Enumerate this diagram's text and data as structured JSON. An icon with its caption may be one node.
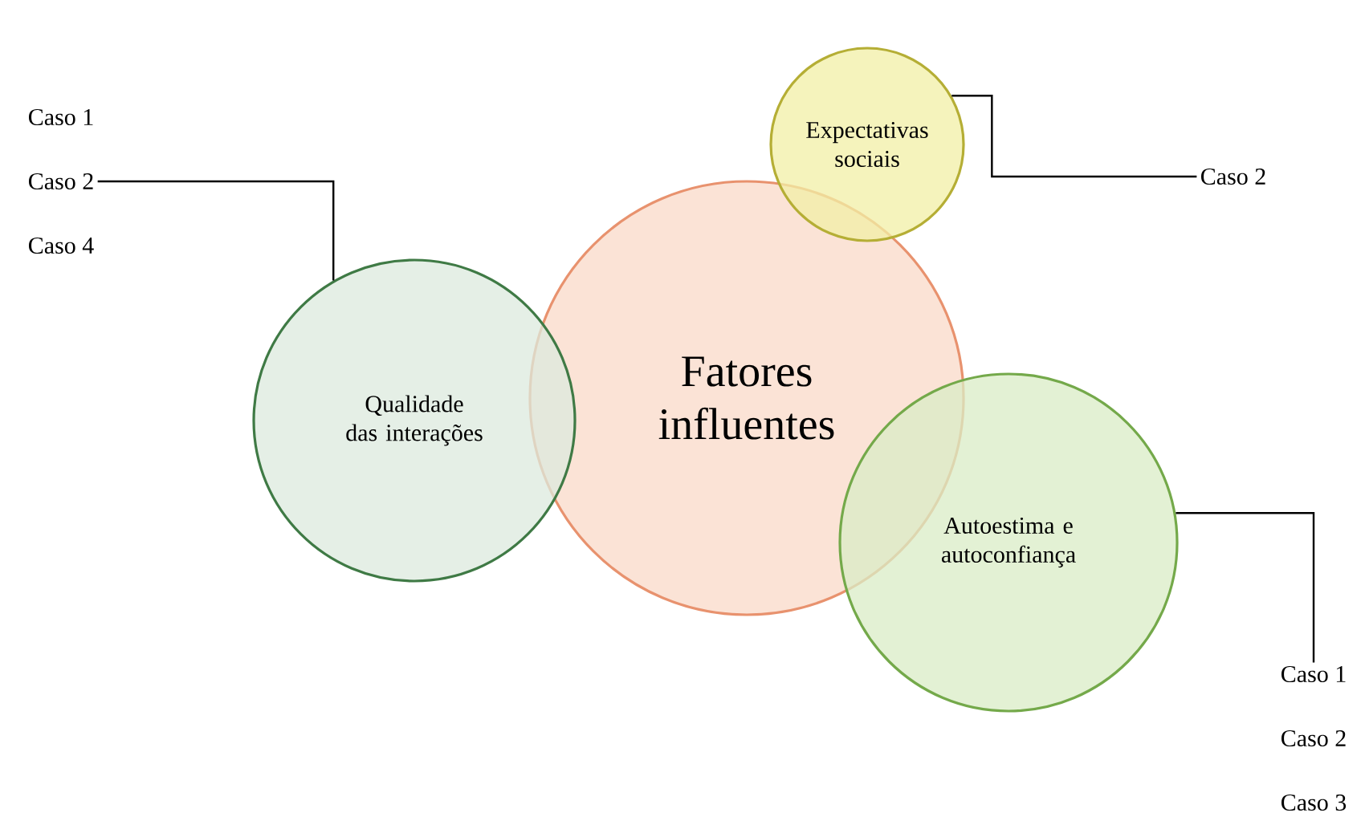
{
  "diagram": {
    "nodes": [
      {
        "text": [
          "Fatores influentes"
        ]
      },
      {
        "text": [
          "Expectativas sociais"
        ]
      },
      {
        "text": [
          "Qualidade das interações"
        ]
      },
      {
        "text": [
          "Autoestima e autoconfiança"
        ]
      },
      {
        "text": [
          "Caso 1",
          "Caso 2",
          "Caso 4"
        ]
      },
      {
        "text": [
          "Caso 2"
        ]
      },
      {
        "text": [
          "Caso 1",
          "Caso 2",
          "Caso 3"
        ]
      }
    ],
    "edges": [
      {
        "from": 4,
        "to": 2,
        "arrow": "none"
      },
      {
        "from": 1,
        "to": 5,
        "arrow": "none"
      },
      {
        "from": 3,
        "to": 6,
        "arrow": "none"
      }
    ]
  }
}
